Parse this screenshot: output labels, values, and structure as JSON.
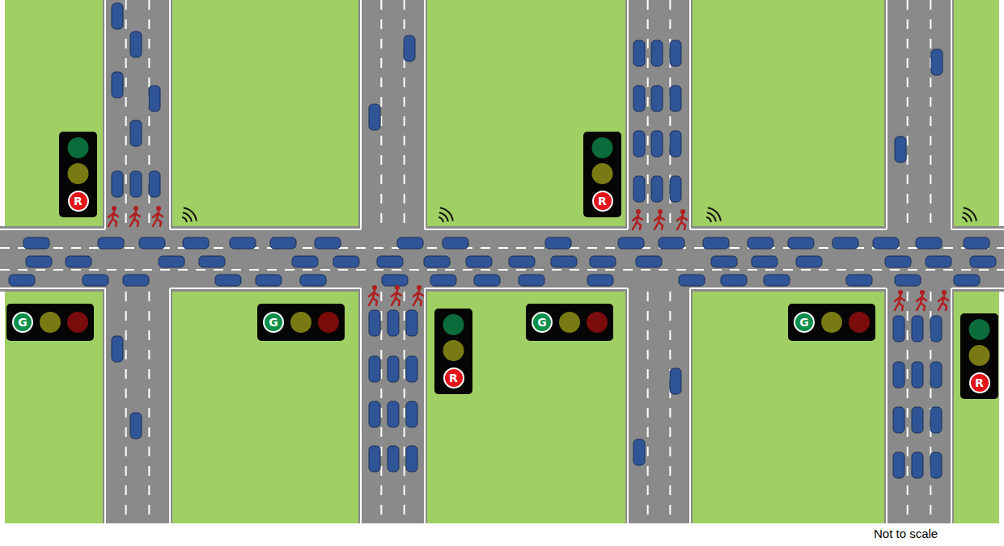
{
  "diagram": {
    "nodes": [
      {
        "text": [
          "R"
        ]
      },
      {
        "text": [
          "R"
        ]
      },
      {
        "text": [
          "G"
        ]
      },
      {
        "text": [
          "G"
        ]
      },
      {
        "text": [
          "G"
        ]
      },
      {
        "text": [
          "G"
        ]
      },
      {
        "text": [
          "R"
        ]
      },
      {
        "text": [
          "R"
        ]
      }
    ],
    "labels": [
      "Not to scale"
    ]
  }
}
